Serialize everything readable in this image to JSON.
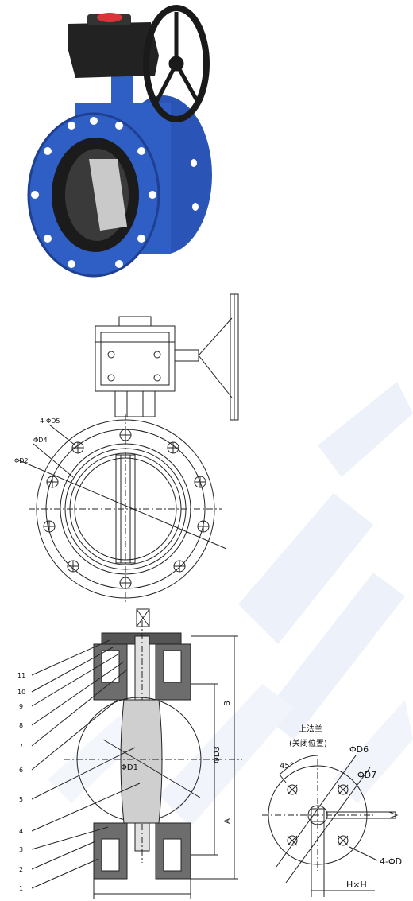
{
  "colors": {
    "valve_body": "#2f5fc4",
    "valve_body_dark": "#1f3f92",
    "gearbox": "#222222",
    "seat": "#1b1b1b",
    "disc": "#c9c9c9",
    "handwheel": "#1a1a1a",
    "indicator": "#d8343a",
    "watermark": "#dfe6f5",
    "line": "#222222"
  },
  "front_view": {
    "label_bolts": "4-ΦD5",
    "label_d4": "ΦD4",
    "label_d2": "ΦD2"
  },
  "section_view": {
    "part_numbers": [
      "11",
      "10",
      "9",
      "8",
      "7",
      "6",
      "5",
      "4",
      "3",
      "2",
      "1"
    ],
    "label_d1": "ΦD1",
    "label_d3": "ΦD3",
    "label_b": "B",
    "label_a": "A",
    "label_l": "L"
  },
  "top_flange": {
    "title": "上法兰",
    "subtitle": "(关闭位置)",
    "angle": "45°",
    "label_d6": "ΦD6",
    "label_d7": "ΦD7",
    "label_bolts": "4-ΦD",
    "label_hxh": "H×H"
  }
}
